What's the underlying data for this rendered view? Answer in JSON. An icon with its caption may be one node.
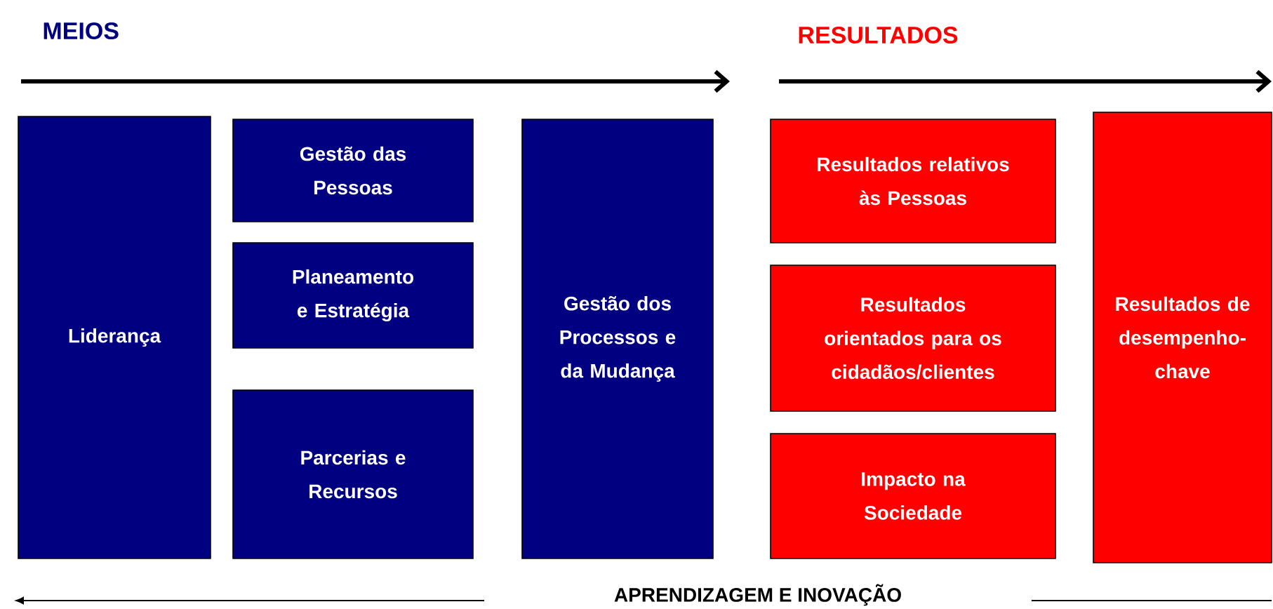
{
  "diagram": {
    "nodes": [
      {
        "text": [
          "Liderança"
        ]
      },
      {
        "text": [
          "Gestão das Pessoas"
        ]
      },
      {
        "text": [
          "Planeamento e Estratégia"
        ]
      },
      {
        "text": [
          "Parcerias e Recursos"
        ]
      },
      {
        "text": [
          "Gestão dos Processos e da Mudança"
        ]
      },
      {
        "text": [
          "Resultados relativos às Pessoas"
        ]
      },
      {
        "text": [
          "Resultados orientados para os cidadãos/clientes"
        ]
      },
      {
        "text": [
          "Impacto na Sociedade"
        ]
      },
      {
        "text": [
          "Resultados de desempenho-chave"
        ]
      }
    ],
    "labels": [
      "MEIOS",
      "RESULTADOS",
      "APRENDIZAGEM E INOVAÇÃO"
    ]
  }
}
